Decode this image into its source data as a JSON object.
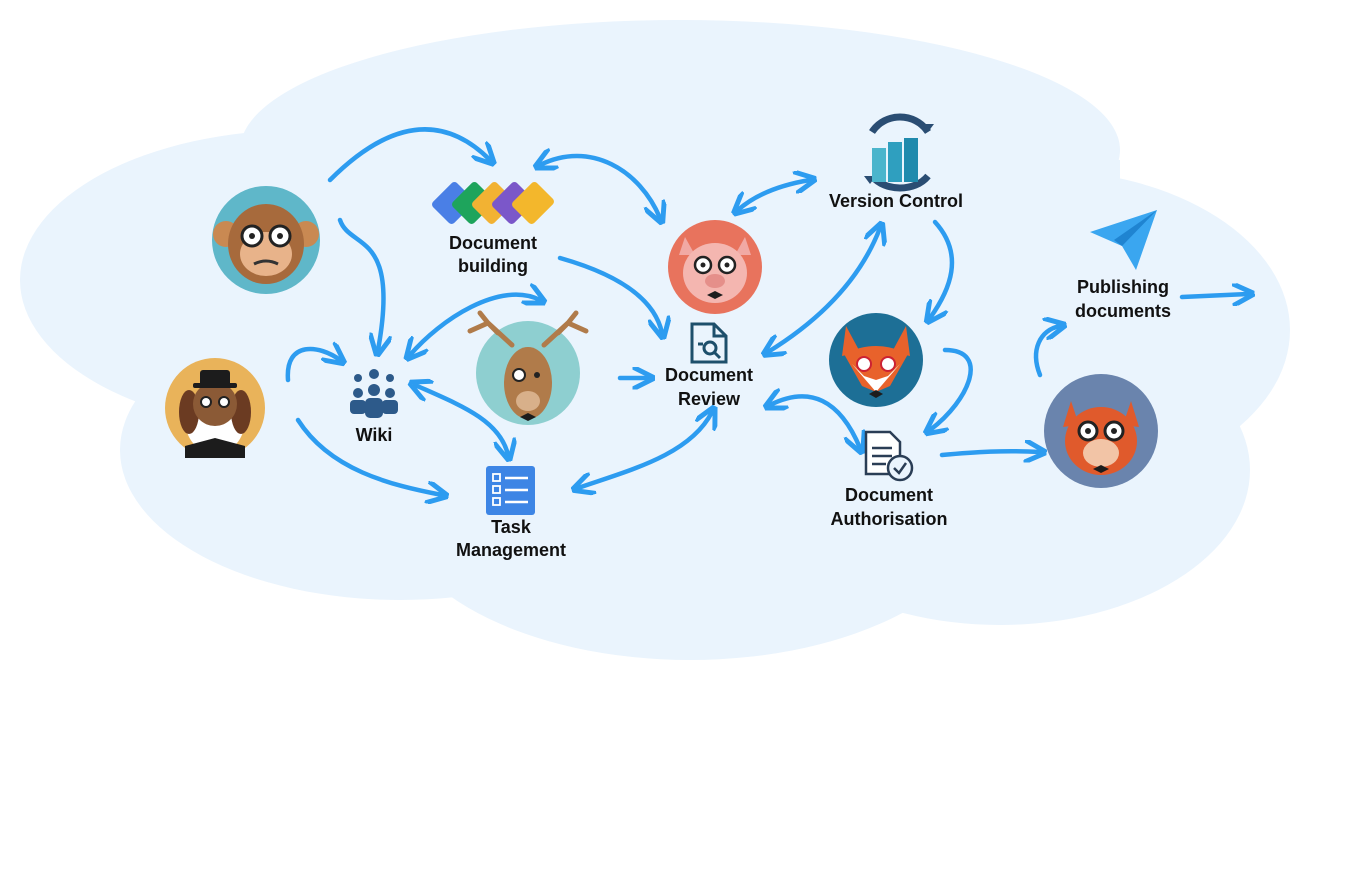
{
  "colors": {
    "cloud": "#eaf4fd",
    "arrow": "#2d9cf0",
    "label": "#111111"
  },
  "nodes": {
    "document_building": {
      "line1": "Document",
      "line2": "building",
      "icon": "colored-documents-icon"
    },
    "wiki": {
      "line1": "Wiki",
      "icon": "team-ideas-icon"
    },
    "task_management": {
      "line1": "Task",
      "line2": "Management",
      "icon": "checklist-icon"
    },
    "document_review": {
      "line1": "Document",
      "line2": "Review",
      "icon": "document-search-icon"
    },
    "version_control": {
      "line1": "Version Control",
      "icon": "version-control-sync-icon"
    },
    "document_authorisation": {
      "line1": "Document",
      "line2": "Authorisation",
      "icon": "document-check-icon"
    },
    "publishing_documents": {
      "line1": "Publishing",
      "line2": "documents",
      "icon": "paper-plane-icon"
    }
  },
  "avatars": [
    {
      "name": "monkey-avatar",
      "bg": "#5fb7c9"
    },
    {
      "name": "dog-avatar",
      "bg": "#e9b35a"
    },
    {
      "name": "deer-avatar",
      "bg": "#8ecfd0"
    },
    {
      "name": "pig-avatar",
      "bg": "#e8735d"
    },
    {
      "name": "fox-avatar",
      "bg": "#1d6f96"
    },
    {
      "name": "cat-avatar",
      "bg": "#6a84ad"
    }
  ]
}
